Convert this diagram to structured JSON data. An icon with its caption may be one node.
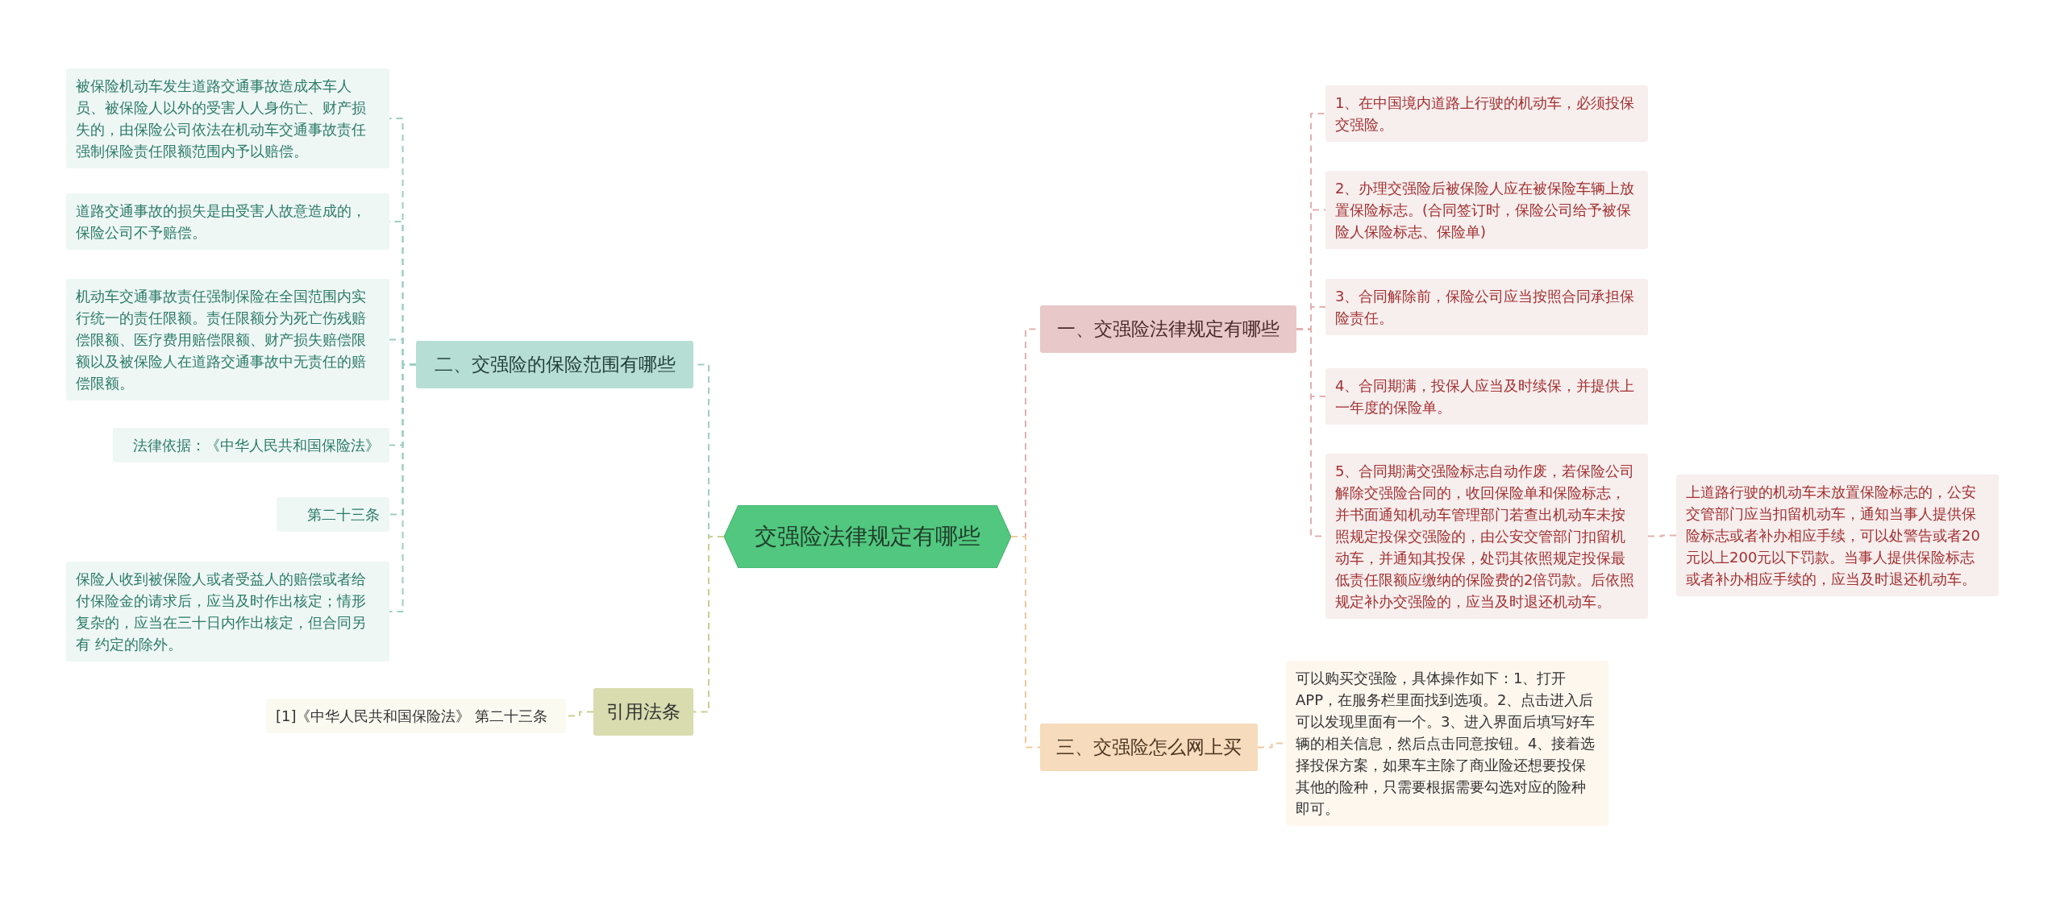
{
  "diagram": {
    "nodes": [
      {
        "text": [
          "交强险法律规定有哪些"
        ]
      },
      {
        "text": [
          "一、交强险法律规定有哪些"
        ]
      },
      {
        "text": [
          "1、在中国境内道路上行驶的机动车，必须投保交强险。"
        ]
      },
      {
        "text": [
          "2、办理交强险后被保险人应在被保险车辆上放置保险标志。(合同签订时，保险公司给予被保险人保险标志、保险单)"
        ]
      },
      {
        "text": [
          "3、合同解除前，保险公司应当按照合同承担保险责任。"
        ]
      },
      {
        "text": [
          "4、合同期满，投保人应当及时续保，并提供上一年度的保险单。"
        ]
      },
      {
        "text": [
          "5、合同期满交强险标志自动作废，若保险公司解除交强险合同的，收回保险单和保险标志，并书面通知机动车管理部门若查出机动车未按照规定投保交强险的，由公安交管部门扣留机动车，并通知其投保，处罚其依照规定投保最低责任限额应缴纳的保险费的2倍罚款。后依照规定补办交强险的，应当及时退还机动车。"
        ]
      },
      {
        "text": [
          "上道路行驶的机动车未放置保险标志的，公安交管部门应当扣留机动车，通知当事人提供保险标志或者补办相应手续，可以处警告或者20元以上200元以下罚款。当事人提供保险标志或者补办相应手续的，应当及时退还机动车。"
        ]
      },
      {
        "text": [
          "三、交强险怎么网上买"
        ]
      },
      {
        "text": [
          "可以购买交强险，具体操作如下：1、打开APP，在服务栏里面找到选项。2、点击进入后可以发现里面有一个。3、进入界面后填写好车辆的相关信息，然后点击同意按钮。4、接着选择投保方案，如果车主除了商业险还想要投保其他的险种，只需要根据需要勾选对应的险种即可。"
        ]
      },
      {
        "text": [
          "二、交强险的保险范围有哪些"
        ]
      },
      {
        "text": [
          "被保险机动车发生道路交通事故造成本车人员、被保险人以外的受害人人身伤亡、财产损失的，由保险公司依法在机动车交通事故责任强制保险责任限额范围内予以赔偿。"
        ]
      },
      {
        "text": [
          "道路交通事故的损失是由受害人故意造成的，保险公司不予赔偿。"
        ]
      },
      {
        "text": [
          "机动车交通事故责任强制保险在全国范围内实行统一的责任限额。责任限额分为死亡伤残赔偿限额、医疗费用赔偿限额、财产损失赔偿限额以及被保险人在道路交通事故中无责任的赔偿限额。"
        ]
      },
      {
        "text": [
          "法律依据：《中华人民共和国保险法》"
        ]
      },
      {
        "text": [
          "第二十三条"
        ]
      },
      {
        "text": [
          "保险人收到被保险人或者受益人的赔偿或者给付保险金的请求后，应当及时作出核定；情形复杂的，应当在三十日内作出核定，但合同另有 约定的除外。"
        ]
      },
      {
        "text": [
          "引用法条"
        ]
      },
      {
        "text": [
          "[1]《中华人民共和国保险法》 第二十三条"
        ]
      }
    ],
    "edges": [
      {
        "from": 0,
        "to": 1,
        "arrow": "none",
        "style": "dashed",
        "color": "#e3b0b0"
      },
      {
        "from": 1,
        "to": 2,
        "arrow": "none",
        "style": "dashed",
        "color": "#e3b0b0"
      },
      {
        "from": 1,
        "to": 3,
        "arrow": "none",
        "style": "dashed",
        "color": "#e3b0b0"
      },
      {
        "from": 1,
        "to": 4,
        "arrow": "none",
        "style": "dashed",
        "color": "#e3b0b0"
      },
      {
        "from": 1,
        "to": 5,
        "arrow": "none",
        "style": "dashed",
        "color": "#e3b0b0"
      },
      {
        "from": 1,
        "to": 6,
        "arrow": "none",
        "style": "dashed",
        "color": "#e3b0b0"
      },
      {
        "from": 6,
        "to": 7,
        "arrow": "none",
        "style": "dashed",
        "color": "#e3b0b0"
      },
      {
        "from": 0,
        "to": 8,
        "arrow": "none",
        "style": "dashed",
        "color": "#f0c99c"
      },
      {
        "from": 8,
        "to": 9,
        "arrow": "none",
        "style": "dashed",
        "color": "#f0c99c"
      },
      {
        "from": 0,
        "to": 10,
        "arrow": "none",
        "style": "dashed",
        "color": "#9ccfc3"
      },
      {
        "from": 10,
        "to": 11,
        "arrow": "none",
        "style": "dashed",
        "color": "#9ccfc3"
      },
      {
        "from": 10,
        "to": 12,
        "arrow": "none",
        "style": "dashed",
        "color": "#9ccfc3"
      },
      {
        "from": 10,
        "to": 13,
        "arrow": "none",
        "style": "dashed",
        "color": "#9ccfc3"
      },
      {
        "from": 10,
        "to": 14,
        "arrow": "none",
        "style": "dashed",
        "color": "#9ccfc3"
      },
      {
        "from": 10,
        "to": 15,
        "arrow": "none",
        "style": "dashed",
        "color": "#9ccfc3"
      },
      {
        "from": 10,
        "to": 16,
        "arrow": "none",
        "style": "dashed",
        "color": "#9ccfc3"
      },
      {
        "from": 0,
        "to": 17,
        "arrow": "none",
        "style": "dashed",
        "color": "#c9cf8f"
      },
      {
        "from": 17,
        "to": 18,
        "arrow": "none",
        "style": "dashed",
        "color": "#c9cf8f"
      }
    ]
  }
}
